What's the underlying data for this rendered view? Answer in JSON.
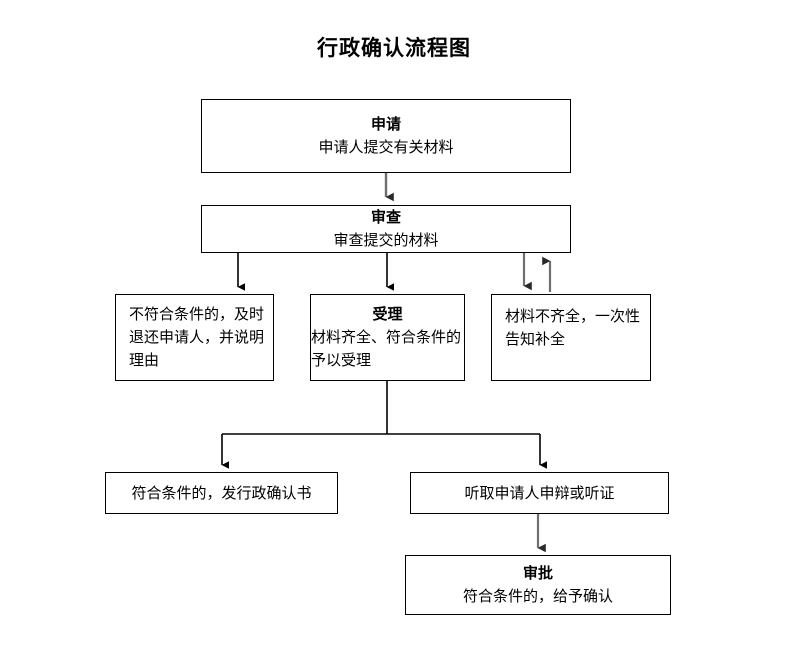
{
  "title": "行政确认流程图",
  "colors": {
    "line_black": "#000000",
    "line_grey": "#6f6f6f",
    "box_border": "#000000",
    "background": "#ffffff",
    "text": "#000000"
  },
  "nodes": {
    "apply": {
      "head": "申请",
      "body": "申请人提交有关材料"
    },
    "review": {
      "head": "审查",
      "body": "审查提交的材料"
    },
    "reject": {
      "head": "",
      "body": "不符合条件的，及时退还申请人，并说明理由"
    },
    "accept": {
      "head": "受理",
      "body": "材料齐全、符合条件的予以受理"
    },
    "incomplete": {
      "head": "",
      "body": "材料不齐全，一次性告知补全"
    },
    "issue": {
      "head": "",
      "body": "符合条件的，发行政确认书"
    },
    "hearing": {
      "head": "",
      "body": "听取申请人申辩或听证"
    },
    "approve": {
      "head": "审批",
      "body": "符合条件的，给予确认"
    }
  },
  "connectors": [
    {
      "name": "apply-to-review",
      "from": "apply",
      "to": "review",
      "style": "grey-arrow-down"
    },
    {
      "name": "review-to-reject",
      "from": "review",
      "to": "reject",
      "style": "black-arrow-down"
    },
    {
      "name": "review-to-accept",
      "from": "review",
      "to": "accept",
      "style": "black-arrow-down"
    },
    {
      "name": "review-to-incomplete",
      "from": "review",
      "to": "incomplete",
      "style": "grey-arrow-down"
    },
    {
      "name": "incomplete-to-review",
      "from": "incomplete",
      "to": "review",
      "style": "grey-arrow-up"
    },
    {
      "name": "accept-to-issue",
      "from": "accept",
      "to": "issue",
      "style": "black-fork-arrow-down"
    },
    {
      "name": "accept-to-hearing",
      "from": "accept",
      "to": "hearing",
      "style": "black-fork-arrow-down"
    },
    {
      "name": "hearing-to-approve",
      "from": "hearing",
      "to": "approve",
      "style": "grey-arrow-down"
    }
  ]
}
